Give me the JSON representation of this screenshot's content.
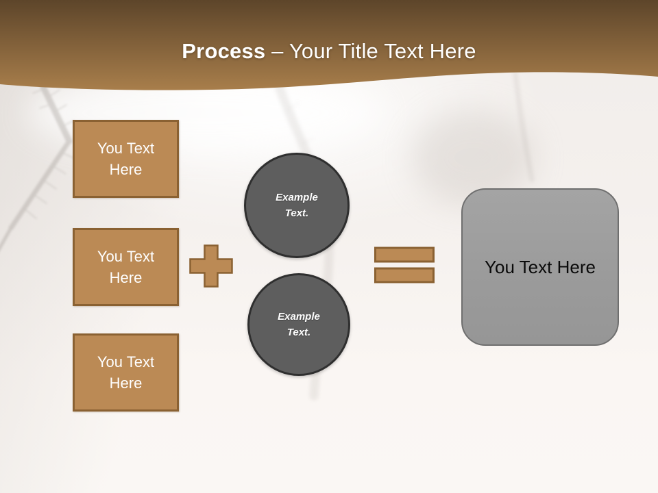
{
  "slide": {
    "title": {
      "bold": "Process",
      "rest": "– Your Title Text Here"
    },
    "steps": [
      {
        "label": "You Text Here"
      },
      {
        "label": "You Text Here"
      },
      {
        "label": "You Text Here"
      }
    ],
    "operators": {
      "plus_icon": "plus-sign",
      "equals_icon": "equals-sign"
    },
    "circles": [
      {
        "label": "Example Text."
      },
      {
        "label": "Example Text."
      }
    ],
    "result": {
      "label": "You Text Here"
    },
    "colors": {
      "header_top": "#5d452a",
      "header_bottom": "#a87e4b",
      "tan_fill": "#bb8a55",
      "tan_border": "#8a6132",
      "circle_fill": "#5e5e5e",
      "circle_border": "#2f2f2f",
      "result_fill": "#9b9b9b",
      "result_border": "#6f6f6f",
      "background": "#f4f0ed",
      "title_text": "#ffffff"
    }
  }
}
